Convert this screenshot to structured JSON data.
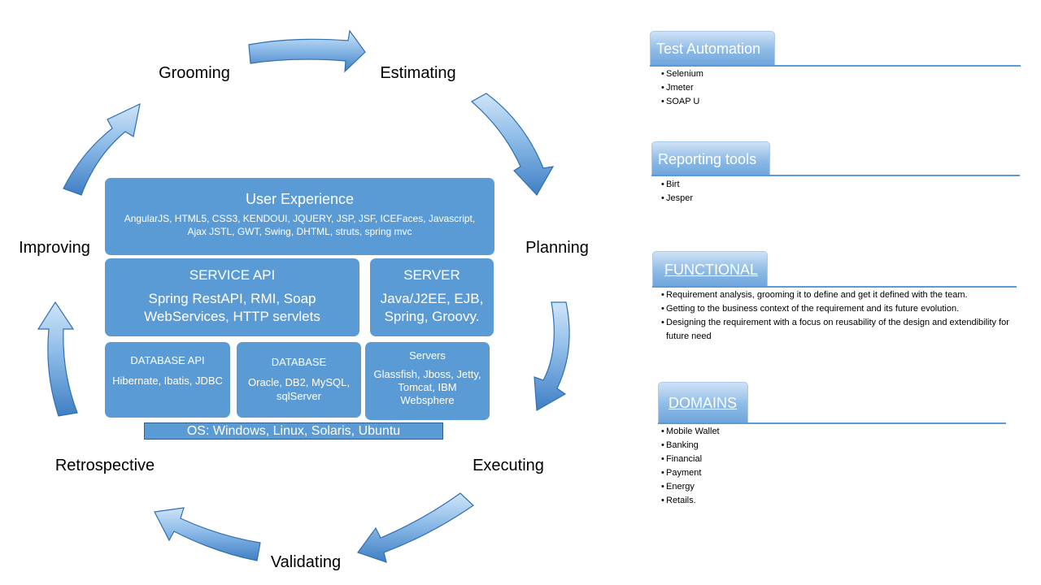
{
  "cycle": {
    "stages": {
      "grooming": "Grooming",
      "estimating": "Estimating",
      "planning": "Planning",
      "executing": "Executing",
      "validating": "Validating",
      "retrospective": "Retrospective",
      "improving": "Improving"
    }
  },
  "stack": {
    "user_experience": {
      "title": "User Experience",
      "body": "AngularJS, HTML5, CSS3, KENDOUI, JQUERY, JSP, JSF, ICEFaces, Javascript, Ajax JSTL, GWT, Swing, DHTML, struts, spring mvc"
    },
    "service_api": {
      "title": "SERVICE API",
      "body": "Spring RestAPI, RMI, Soap WebServices, HTTP servlets"
    },
    "server": {
      "title": "SERVER",
      "body": "Java/J2EE, EJB, Spring, Groovy."
    },
    "database_api": {
      "title": "DATABASE API",
      "body": "Hibernate, Ibatis, JDBC"
    },
    "database": {
      "title": "DATABASE",
      "body": "Oracle, DB2, MySQL, sqlServer"
    },
    "servers": {
      "title": "Servers",
      "body": "Glassfish, Jboss, Jetty, Tomcat, IBM Websphere"
    },
    "os": "OS: Windows, Linux, Solaris, Ubuntu"
  },
  "sections": {
    "test_automation": {
      "title": "Test Automation",
      "items": [
        "Selenium",
        "Jmeter",
        "SOAP U"
      ]
    },
    "reporting_tools": {
      "title": "Reporting tools",
      "items": [
        "Birt",
        "Jesper"
      ]
    },
    "functional": {
      "title": "FUNCTIONAL",
      "items": [
        "Requirement  analysis, grooming it to define and get it defined with the team.",
        "Getting to the business context of the  requirement and its future evolution.",
        "Designing the requirement with a focus on reusability of the design and extendibility for future need"
      ]
    },
    "domains": {
      "title": "DOMAINS",
      "items": [
        "Mobile Wallet",
        "Banking",
        "Financial",
        "Payment",
        "Energy",
        "Retails."
      ]
    }
  },
  "colors": {
    "box_fill": "#5b9bd5",
    "arrow_light": "#bfdcf5",
    "arrow_dark": "#3f7fc4",
    "rule": "#5b9bd5"
  }
}
